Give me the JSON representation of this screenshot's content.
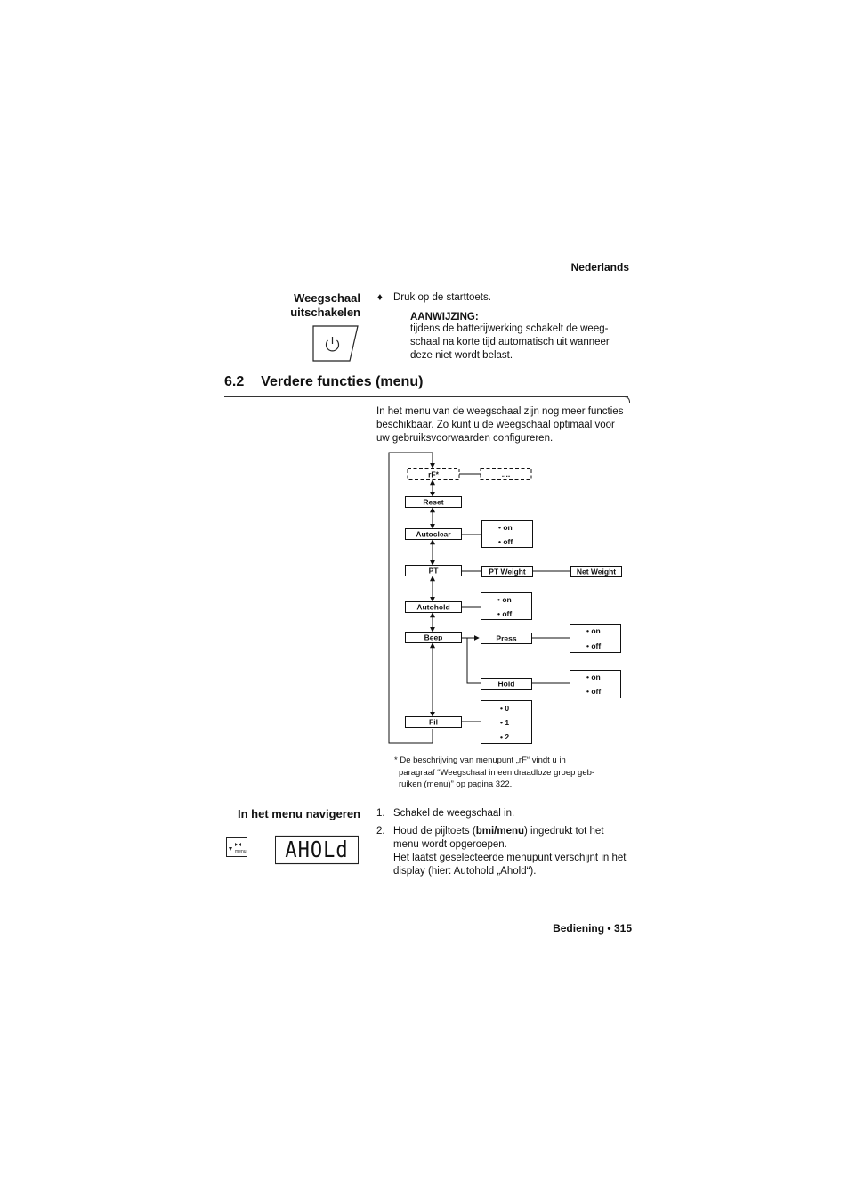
{
  "header": {
    "language": "Nederlands"
  },
  "switch_off": {
    "title_line1": "Weegschaal",
    "title_line2": "uitschakelen",
    "step_text": "Druk op de starttoets.",
    "note": {
      "heading": "AANWIJZING:",
      "lines": [
        "tijdens de batterijwerking schakelt de weeg-",
        "schaal na korte tijd automatisch uit wanneer",
        "deze niet wordt belast."
      ]
    },
    "icon": "power-icon"
  },
  "section": {
    "number": "6.2",
    "title": "Verdere functies (menu)",
    "intro_lines": [
      "In het menu van de weegschaal zijn nog meer functies",
      "beschikbaar. Zo kunt u de weegschaal optimaal voor",
      "uw gebruiksvoorwaarden configureren."
    ]
  },
  "diagram": {
    "items": {
      "rf": "rF*",
      "rf_more": "....",
      "reset": "Reset",
      "autoclear": "Autoclear",
      "pt": "PT",
      "pt_weight": "PT Weight",
      "net_weight": "Net Weight",
      "autohold": "Autohold",
      "beep": "Beep",
      "press": "Press",
      "hold": "Hold",
      "fil": "Fil"
    },
    "options": {
      "on": "• on",
      "off": "• off",
      "fil_0": "• 0",
      "fil_1": "• 1",
      "fil_2": "• 2"
    }
  },
  "footnote_lines": [
    "* De beschrijving van menupunt „rF“ vindt u in",
    "paragraaf “Weegschaal in een draadloze groep geb-",
    "ruiken (menu)” op pagina 322."
  ],
  "navigate": {
    "title": "In het menu navigeren",
    "steps": [
      {
        "num": "1.",
        "text": "Schakel de weegschaal in."
      },
      {
        "num": "2.",
        "pre": "Houd de pijltoets (",
        "bold": "bmi/menu",
        "post": ") ingedrukt tot het",
        "line2": "menu wordt opgeroepen.",
        "line3": "Het laatst geselecteerde menupunt verschijnt in het",
        "line4": "display (hier: Autohold „Ahold“)."
      }
    ],
    "key_label": "menu",
    "key_icon": "arrow-key-icon",
    "display_text": "AHOLd"
  },
  "footer": {
    "text": "Bediening • 315"
  }
}
